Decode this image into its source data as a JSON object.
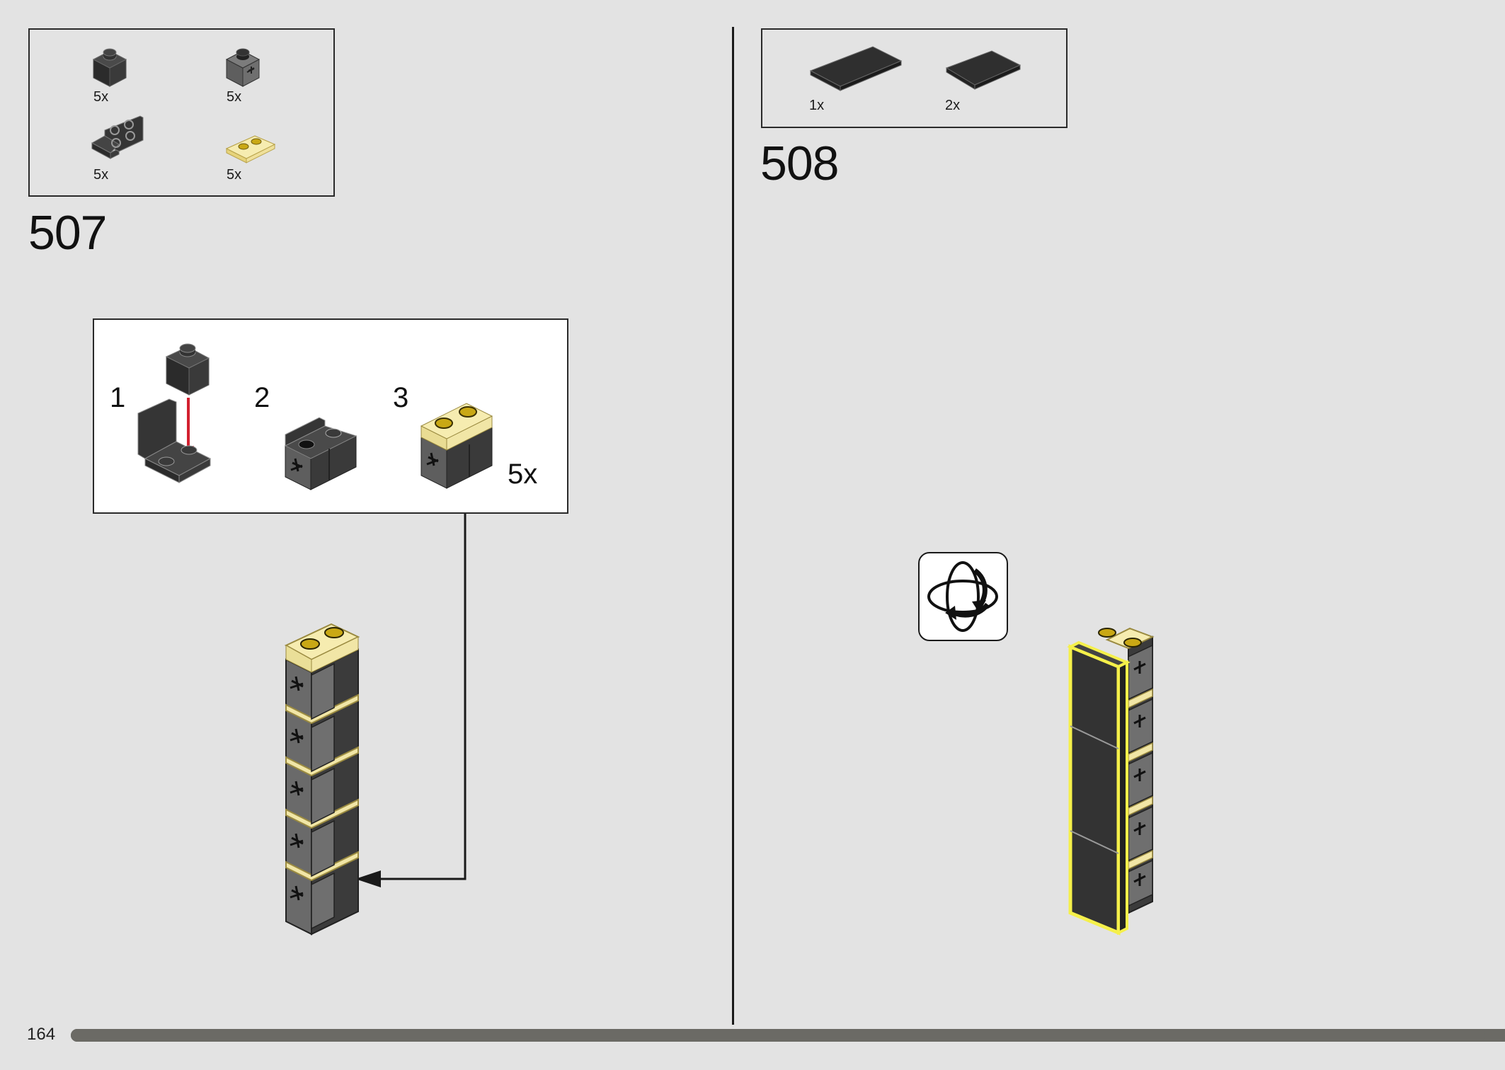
{
  "page": {
    "number": "164",
    "progress_percent": 97
  },
  "step_507": {
    "number": "507",
    "parts": [
      {
        "qty": "5x",
        "icon": "black-1x1-brick-icon"
      },
      {
        "qty": "5x",
        "icon": "grey-1x1-brick-with-axle-hole-icon"
      },
      {
        "qty": "5x",
        "icon": "black-bracket-2x2-icon"
      },
      {
        "qty": "5x",
        "icon": "yellow-trans-plate-1x2-icon"
      }
    ],
    "subassembly": {
      "steps": [
        "1",
        "2",
        "3"
      ],
      "multiplier": "5x"
    }
  },
  "step_508": {
    "number": "508",
    "parts": [
      {
        "qty": "1x",
        "icon": "black-tile-2x4-icon"
      },
      {
        "qty": "2x",
        "icon": "black-tile-2x3-icon"
      }
    ],
    "rotate_icon": "rotate-model-icon"
  },
  "colors": {
    "background": "#e3e3e3",
    "black_part": "#2b2b2b",
    "grey_part": "#6f6f6f",
    "trans_yellow": "#f3e9a6",
    "arrow_red": "#d2202f",
    "highlight_yellow": "#f5f04a"
  }
}
